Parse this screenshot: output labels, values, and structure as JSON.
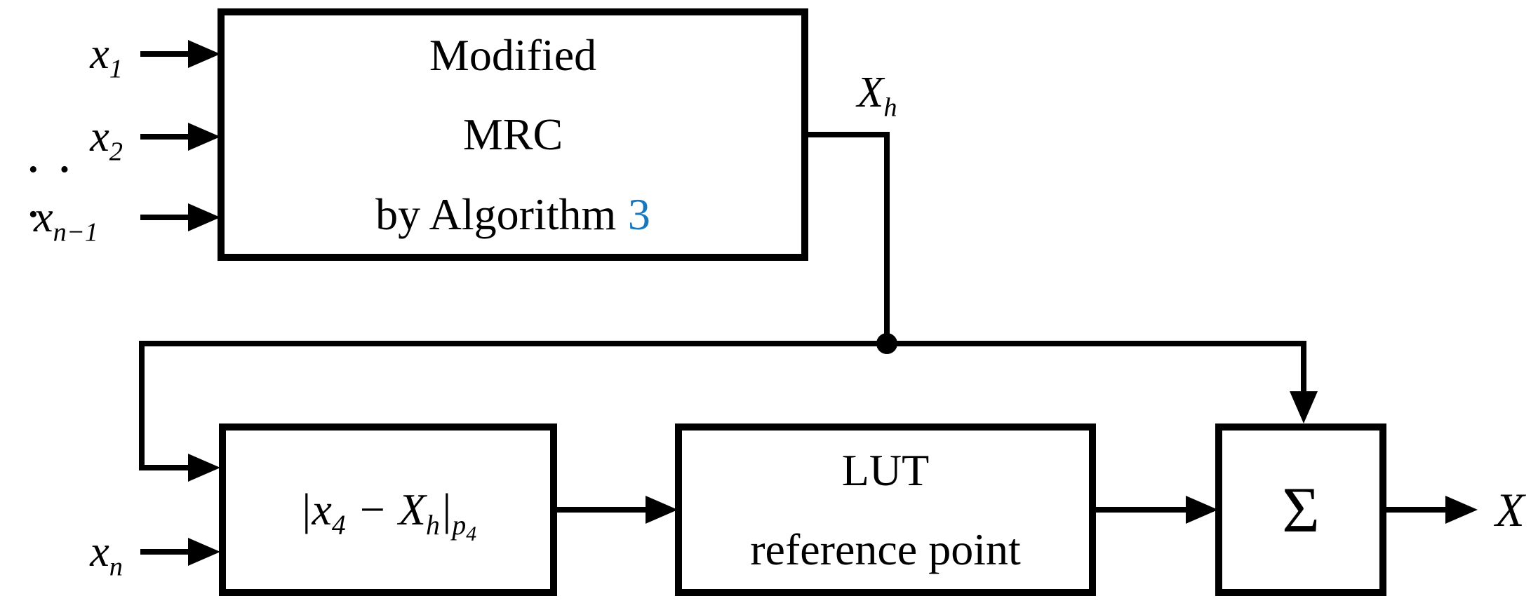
{
  "colors": {
    "line": "#000000",
    "background": "#ffffff",
    "accent_blue": "#1878BE"
  },
  "boxes": {
    "mrc": {
      "line1": "Modified",
      "line2": "MRC",
      "line3_text": "by Algorithm",
      "line3_link": "3"
    },
    "absdiff": {
      "formula": [
        {
          "t": "|x"
        },
        {
          "s": "4"
        },
        {
          "t": " − X"
        },
        {
          "s": "h"
        },
        {
          "t": "|"
        },
        {
          "s": "p",
          "ss": "4"
        }
      ]
    },
    "lut": {
      "line1": "LUT",
      "line2": "reference point"
    },
    "sum": {
      "symbol": "Σ"
    }
  },
  "labels": {
    "x1": [
      {
        "t": "x"
      },
      {
        "s": "1"
      }
    ],
    "x2": [
      {
        "t": "x"
      },
      {
        "s": "2"
      }
    ],
    "dots": "· · ·",
    "xn_minus_1": [
      {
        "t": "x"
      },
      {
        "s": "n−1"
      }
    ],
    "xn": [
      {
        "t": "x"
      },
      {
        "s": "n"
      }
    ],
    "xh": [
      {
        "t": "X"
      },
      {
        "s": "h"
      }
    ],
    "x_out": "X"
  },
  "edges": [
    {
      "from": "x1",
      "to": "mrc-box"
    },
    {
      "from": "x2",
      "to": "mrc-box"
    },
    {
      "from": "xn-1",
      "to": "mrc-box"
    },
    {
      "from": "mrc-box",
      "signal": "Xh",
      "to": "bus-junction"
    },
    {
      "from": "bus-junction",
      "to": "absdiff-box"
    },
    {
      "from": "xn",
      "to": "absdiff-box"
    },
    {
      "from": "absdiff-box",
      "to": "lut-box"
    },
    {
      "from": "lut-box",
      "to": "sum-box"
    },
    {
      "from": "bus-junction",
      "to": "sum-box"
    },
    {
      "from": "sum-box",
      "signal": "X",
      "to": "output"
    }
  ]
}
